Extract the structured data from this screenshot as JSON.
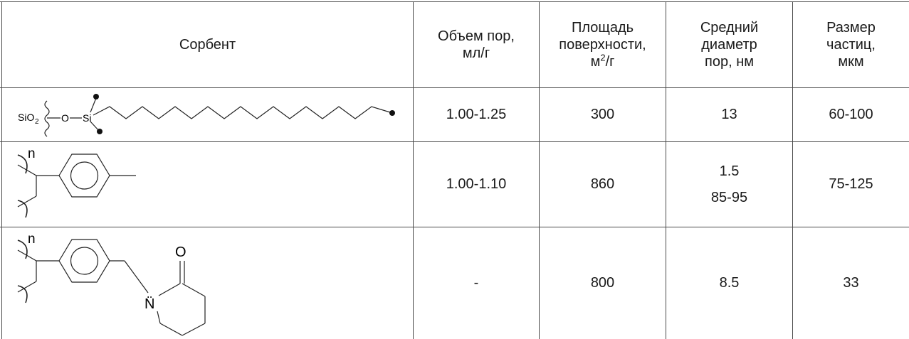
{
  "header": {
    "sorbent": "Сорбент",
    "pore_volume": [
      "Объем пор,",
      "мл/г"
    ],
    "surface_area": [
      "Площадь",
      "поверхности,",
      "м",
      "2",
      "/г"
    ],
    "pore_diameter": [
      "Средний",
      "диаметр",
      "пор, нм"
    ],
    "particle_size": [
      "Размер",
      "частиц,",
      "мкм"
    ]
  },
  "rows": [
    {
      "structure": {
        "sio2": "SiO",
        "sio2_sub": "2",
        "o": "O",
        "si": "Si"
      },
      "pore_volume": "1.00-1.25",
      "surface_area": "300",
      "pore_diameter": [
        "13"
      ],
      "particle_size": "60-100"
    },
    {
      "structure": {
        "n": "n"
      },
      "pore_volume": "1.00-1.10",
      "surface_area": "860",
      "pore_diameter": [
        "1.5",
        "85-95"
      ],
      "particle_size": "75-125"
    },
    {
      "structure": {
        "n": "n",
        "o": "O",
        "n_atom": "N̈"
      },
      "pore_volume": "-",
      "surface_area": "800",
      "pore_diameter": [
        "8.5"
      ],
      "particle_size": "33"
    }
  ]
}
